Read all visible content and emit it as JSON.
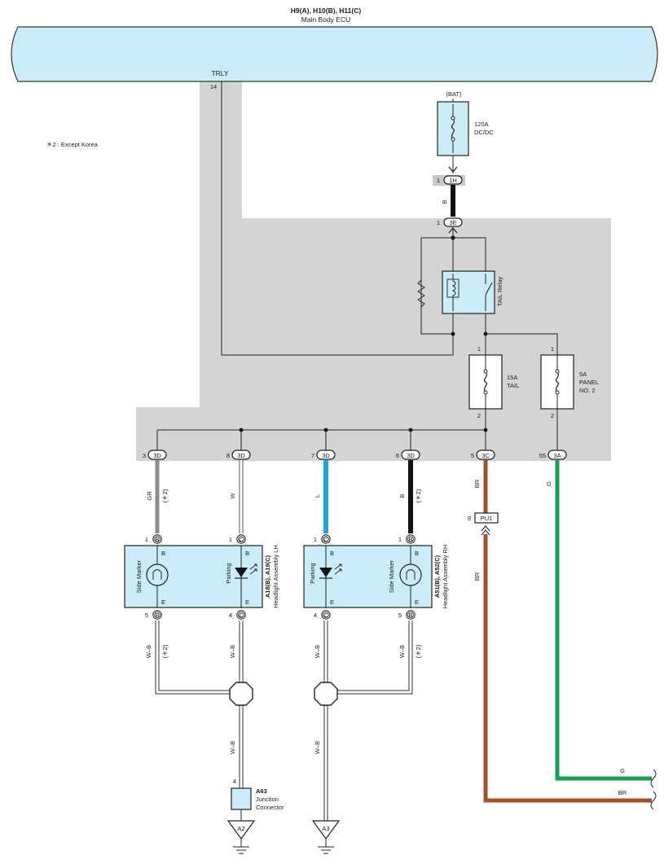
{
  "ecu": {
    "title": "H9(A), H10(B), H11(C)",
    "subtitle": "Main Body ECU",
    "pin_name": "TRLY",
    "pin_no": "14"
  },
  "note": "＊2 : Except Korea",
  "fuse_bat": {
    "supply": "(BAT)",
    "rating": "120A",
    "name": "DC/DC"
  },
  "tail_relay": {
    "label": "TAIL Relay"
  },
  "fuse_tail": {
    "rating": "15A",
    "name": "TAIL",
    "pin_in": "1",
    "pin_out": "2"
  },
  "fuse_panel": {
    "rating": "5A",
    "name1": "PANEL",
    "name2": "NO. 2",
    "pin_in": "1",
    "pin_out": "2"
  },
  "connectors": {
    "c1h": {
      "code": "1H",
      "pin": "1"
    },
    "c3e": {
      "code": "3E",
      "pin": "1"
    },
    "bottom": [
      {
        "code": "3D",
        "pin": "3"
      },
      {
        "code": "3D",
        "pin": "8"
      },
      {
        "code": "3D",
        "pin": "7"
      },
      {
        "code": "3D",
        "pin": "6"
      },
      {
        "code": "3C",
        "pin": "5"
      },
      {
        "code": "3A",
        "pin": "55"
      }
    ],
    "pu1": {
      "code": "PU1",
      "pin": "9"
    }
  },
  "wires": {
    "b_main": "B",
    "gr": "GR",
    "w": "W",
    "l": "L",
    "b_rh": "B",
    "br_top": "BR",
    "br_mid": "BR",
    "br_end": "BR",
    "g_top": "G",
    "g_end": "G",
    "wb": "W–B",
    "star2": "(＊2)"
  },
  "headlight_lh": {
    "title_bold": "A18(B), A19(C)",
    "title": "Headlight Assembly LH",
    "side_marker": "Side Marker",
    "parking": "Parking",
    "pins_top": [
      {
        "code": "B",
        "no": "1"
      },
      {
        "code": "C",
        "no": "1"
      }
    ],
    "pins_bottom": [
      {
        "code": "B",
        "no": "5"
      },
      {
        "code": "C",
        "no": "4"
      }
    ],
    "inner_top": [
      "B",
      "B"
    ],
    "inner_bottom": [
      "E",
      "E"
    ]
  },
  "headlight_rh": {
    "title_bold": "A51(B), A52(C)",
    "title": "Headlight Assembly RH",
    "side_marker": "Side Marker",
    "parking": "Parking",
    "pins_top": [
      {
        "code": "C",
        "no": "1"
      },
      {
        "code": "B",
        "no": "1"
      }
    ],
    "pins_bottom": [
      {
        "code": "C",
        "no": "4"
      },
      {
        "code": "B",
        "no": "5"
      }
    ],
    "inner_top": [
      "B",
      "B"
    ],
    "inner_bottom": [
      "E",
      "E"
    ]
  },
  "junction": {
    "code": "A63",
    "line1": "Junction",
    "line2": "Connector",
    "pin": "4"
  },
  "grounds": [
    "A2",
    "A3"
  ],
  "colors": {
    "ecu_fill": "#c9ecf8",
    "component_fill": "#c9ecf8",
    "zone": "#d4d4d4",
    "gray_wire": "#8c8c8c",
    "blue_wire": "#1aa7e0",
    "brown_wire": "#a0522d",
    "green_wire": "#14a050",
    "black_wire": "#111111"
  }
}
